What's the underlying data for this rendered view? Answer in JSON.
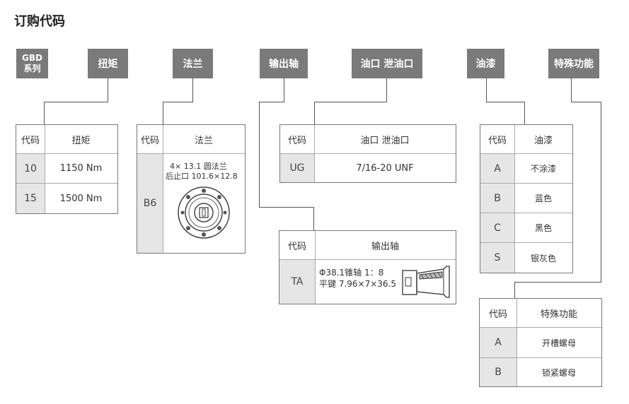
{
  "title": "订购代码",
  "headers": {
    "gbd_line1": "GBD",
    "gbd_line2": "系列",
    "torque": "扭矩",
    "flange": "法兰",
    "shaft": "输出轴",
    "oil": "油口 泄油口",
    "paint": "油漆",
    "special": "特殊功能"
  },
  "torque_table": {
    "col_code": "代码",
    "col_name": "扭矩",
    "rows": [
      {
        "code": "10",
        "value": "1150 Nm"
      },
      {
        "code": "15",
        "value": "1500 Nm"
      }
    ]
  },
  "flange_table": {
    "col_code": "代码",
    "col_name": "法兰",
    "code": "B6",
    "desc_line1": "4×  13.1 圆法兰",
    "desc_line2": "后止口   101.6×12.8"
  },
  "oil_table": {
    "col_code": "代码",
    "col_name": "油口 泄油口",
    "code": "UG",
    "value": "7/16-20 UNF"
  },
  "shaft_table": {
    "col_code": "代码",
    "col_name": "输出轴",
    "code": "TA",
    "desc_line1": "Φ38.1锥轴 1：8",
    "desc_line2": "平键 7.96×7×36.5"
  },
  "paint_table": {
    "col_code": "代码",
    "col_name": "油漆",
    "rows": [
      {
        "code": "A",
        "value": "不涂漆"
      },
      {
        "code": "B",
        "value": "蓝色"
      },
      {
        "code": "C",
        "value": "黑色"
      },
      {
        "code": "S",
        "value": "银灰色"
      }
    ]
  },
  "special_table": {
    "col_code": "代码",
    "col_name": "特殊功能",
    "rows": [
      {
        "code": "A",
        "value": "开槽螺母"
      },
      {
        "code": "B",
        "value": "锁紧螺母"
      }
    ]
  }
}
